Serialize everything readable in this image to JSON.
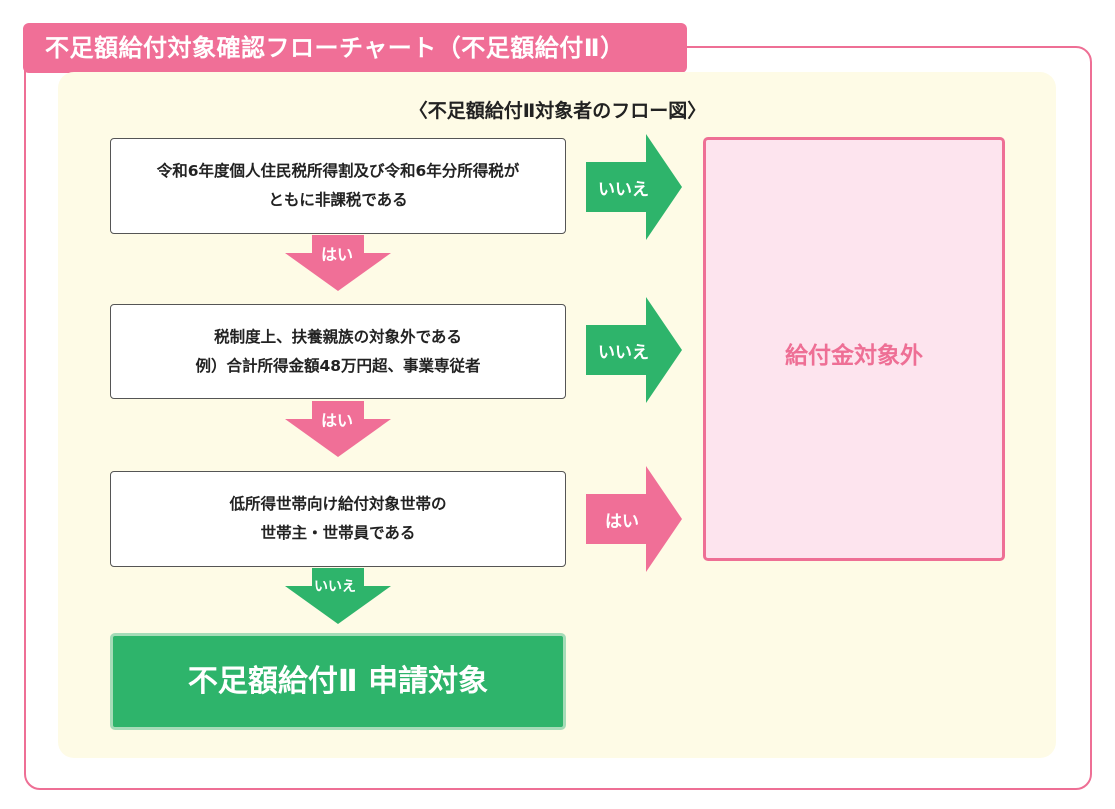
{
  "header": {
    "title": "不足額給付対象確認フローチャート（不足額給付Ⅱ）"
  },
  "flow": {
    "subtitle": "〈不足額給付Ⅱ対象者のフロー図〉",
    "questions": [
      {
        "line1": "令和6年度個人住民税所得割及び令和6年分所得税が",
        "line2": "ともに非課税である"
      },
      {
        "line1": "税制度上、扶養親族の対象外である",
        "line2": "例）合計所得金額48万円超、事業専従者"
      },
      {
        "line1": "低所得世帯向け給付対象世帯の",
        "line2": "世帯主・世帯員である"
      }
    ],
    "down_labels": [
      "はい",
      "はい",
      "いいえ"
    ],
    "right_labels": [
      "いいえ",
      "いいえ",
      "はい"
    ],
    "result_excluded": "給付金対象外",
    "result_apply": "不足額給付Ⅱ 申請対象"
  },
  "colors": {
    "pink": "#f06f97",
    "green": "#2eb46b",
    "panel": "#fefbe6",
    "result_bg": "#fde4ee"
  },
  "icons": {
    "arrow_right": "arrow-right-icon",
    "arrow_down": "arrow-down-icon"
  }
}
